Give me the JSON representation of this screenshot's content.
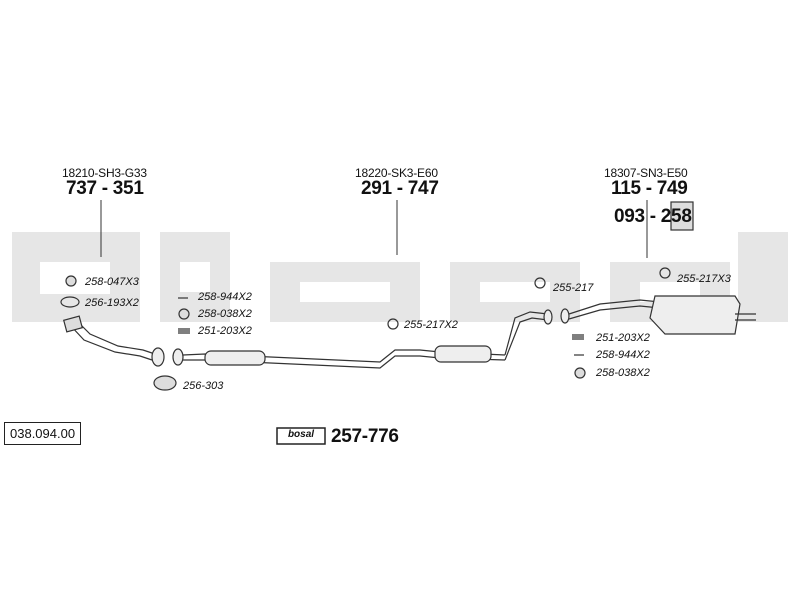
{
  "watermark": "bosal",
  "oe_numbers": {
    "front": "18210-SH3-G33",
    "middle": "18220-SK3-E60",
    "rear": "18307-SN3-E50"
  },
  "part_numbers": {
    "front_pipe": "737 - 351",
    "middle_silencer": "291 - 747",
    "rear_silencer": "115 - 749",
    "bracket": "093 - 258",
    "kit": "257-776"
  },
  "fittings": {
    "front_1": "258-047X3",
    "front_2": "256-193X2",
    "mid_1": "258-944X2",
    "mid_2": "258-038X2",
    "mid_3": "251-203X2",
    "ring": "256-303",
    "mid_clamp": "255-217X2",
    "rear_clamp_a": "255-217",
    "rear_clamp_b": "255-217X3",
    "rear_1": "251-203X2",
    "rear_2": "258-944X2",
    "rear_3": "258-038X2"
  },
  "kit_logo": "bosal",
  "reference": "038.094.00"
}
